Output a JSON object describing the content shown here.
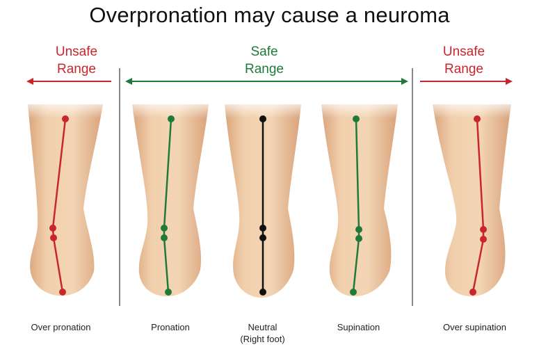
{
  "title": "Overpronation may cause a neuroma",
  "ranges": {
    "left": {
      "line1": "Unsafe",
      "line2": "Range"
    },
    "middle": {
      "line1": "Safe",
      "line2": "Range"
    },
    "right": {
      "line1": "Unsafe",
      "line2": "Range"
    }
  },
  "feet": [
    {
      "label": "Over pronation",
      "sublabel": "",
      "color": "#c8262c"
    },
    {
      "label": "Pronation",
      "sublabel": "",
      "color": "#1f7a3a"
    },
    {
      "label": "Neutral",
      "sublabel": "(Right foot)",
      "color": "#111111"
    },
    {
      "label": "Supination",
      "sublabel": "",
      "color": "#1f7a3a"
    },
    {
      "label": "Over supination",
      "sublabel": "",
      "color": "#c8262c"
    }
  ],
  "colors": {
    "unsafe": "#c8262c",
    "safe": "#1f7a3a",
    "neutral": "#111111",
    "skin": "#ecc6a0"
  }
}
